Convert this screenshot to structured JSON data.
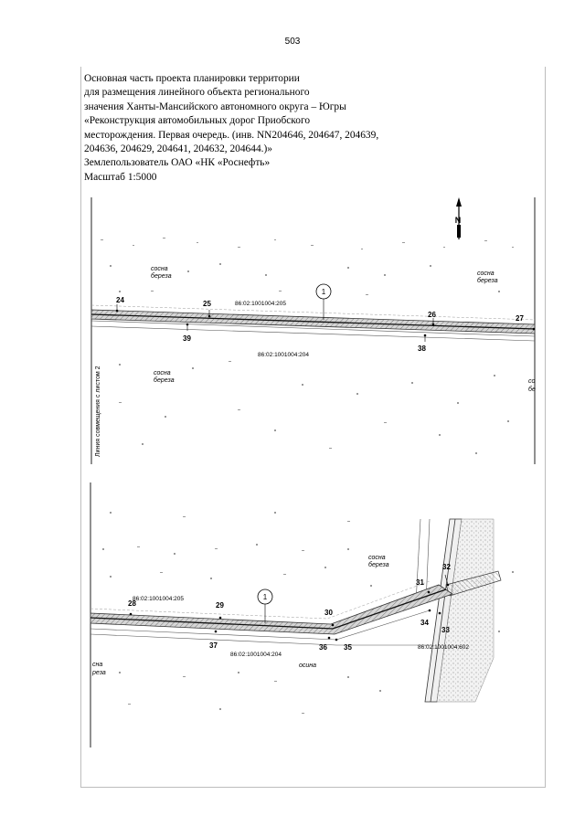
{
  "page": {
    "number": "503"
  },
  "header": {
    "lines": [
      "Основная часть проекта планировки территории",
      "для размещения линейного объекта регионального",
      "значения Ханты-Мансийского автономного округа – Югры",
      "«Реконструкция автомобильных дорог Приобского",
      "месторождения. Первая очередь. (инв. NN204646, 204647, 204639,",
      "204636, 204629, 204641, 204632, 204644.)»",
      "Землепользователь ОАО «НК «Роснефть»",
      "Масштаб 1:5000"
    ]
  },
  "map_top": {
    "north_label": "N",
    "side_label": "Линия совмещения с листом 2",
    "vegetation": [
      "сосна\nбереза",
      "сосна\nбереза",
      "сосна\nбереза",
      "со\nбе"
    ],
    "parcel_labels": [
      "86:02:1001004:205",
      "86:02:1001004:204"
    ],
    "circle_label": "1",
    "point_labels": [
      "24",
      "25",
      "26",
      "27",
      "39",
      "38"
    ]
  },
  "map_bottom": {
    "vegetation": [
      "сосна\nбереза",
      "сна\nреза",
      "осина"
    ],
    "parcel_labels": [
      "86:02:1001004:205",
      "86:02:1001004:204",
      "86:02:1001004:602"
    ],
    "circle_label": "1",
    "point_labels": [
      "28",
      "29",
      "30",
      "31",
      "32",
      "33",
      "34",
      "35",
      "36",
      "37"
    ]
  }
}
